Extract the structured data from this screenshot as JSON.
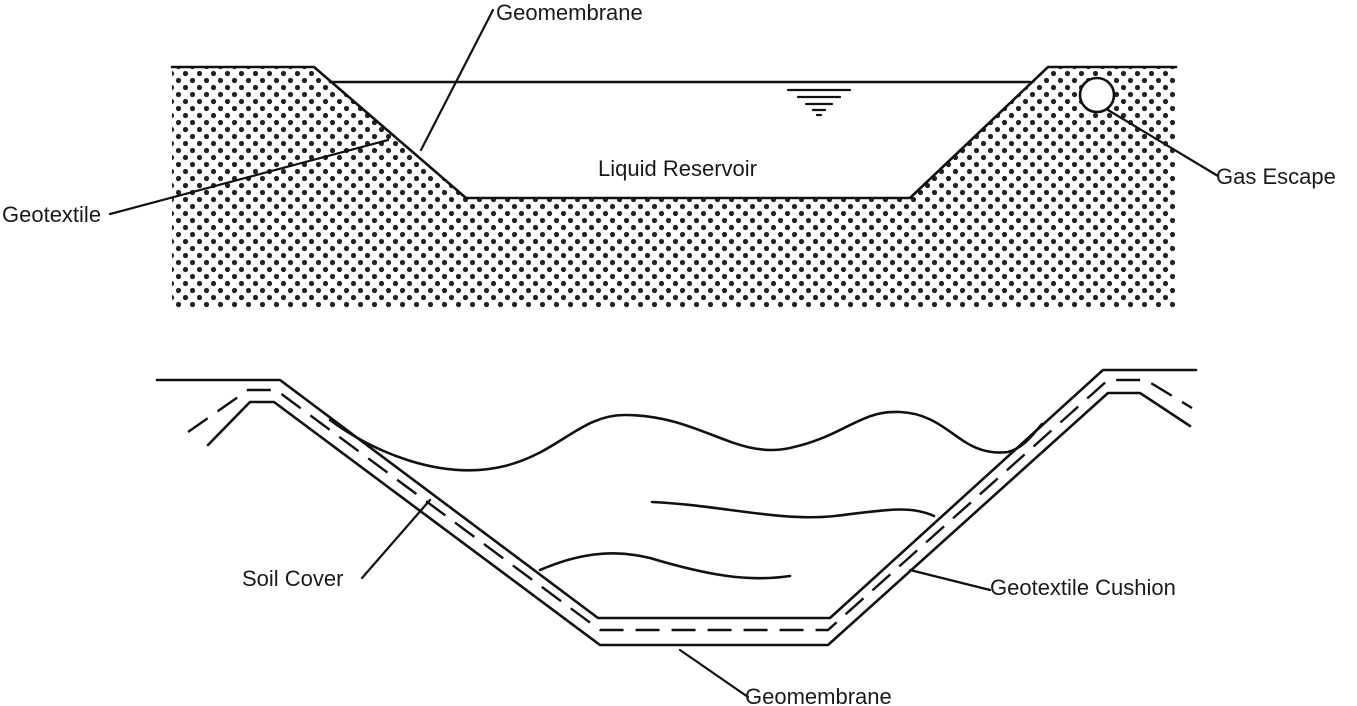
{
  "top_diagram": {
    "labels": {
      "geomembrane": "Geomembrane",
      "geotextile": "Geotextile",
      "liquid_reservoir": "Liquid Reservoir",
      "gas_escape": "Gas Escape"
    }
  },
  "bottom_diagram": {
    "labels": {
      "soil_cover": "Soil Cover",
      "geotextile_cushion": "Geotextile Cushion",
      "geomembrane": "Geomembrane"
    }
  },
  "colors": {
    "line": "#111111",
    "soil_dot": "#222222",
    "background": "#ffffff"
  }
}
